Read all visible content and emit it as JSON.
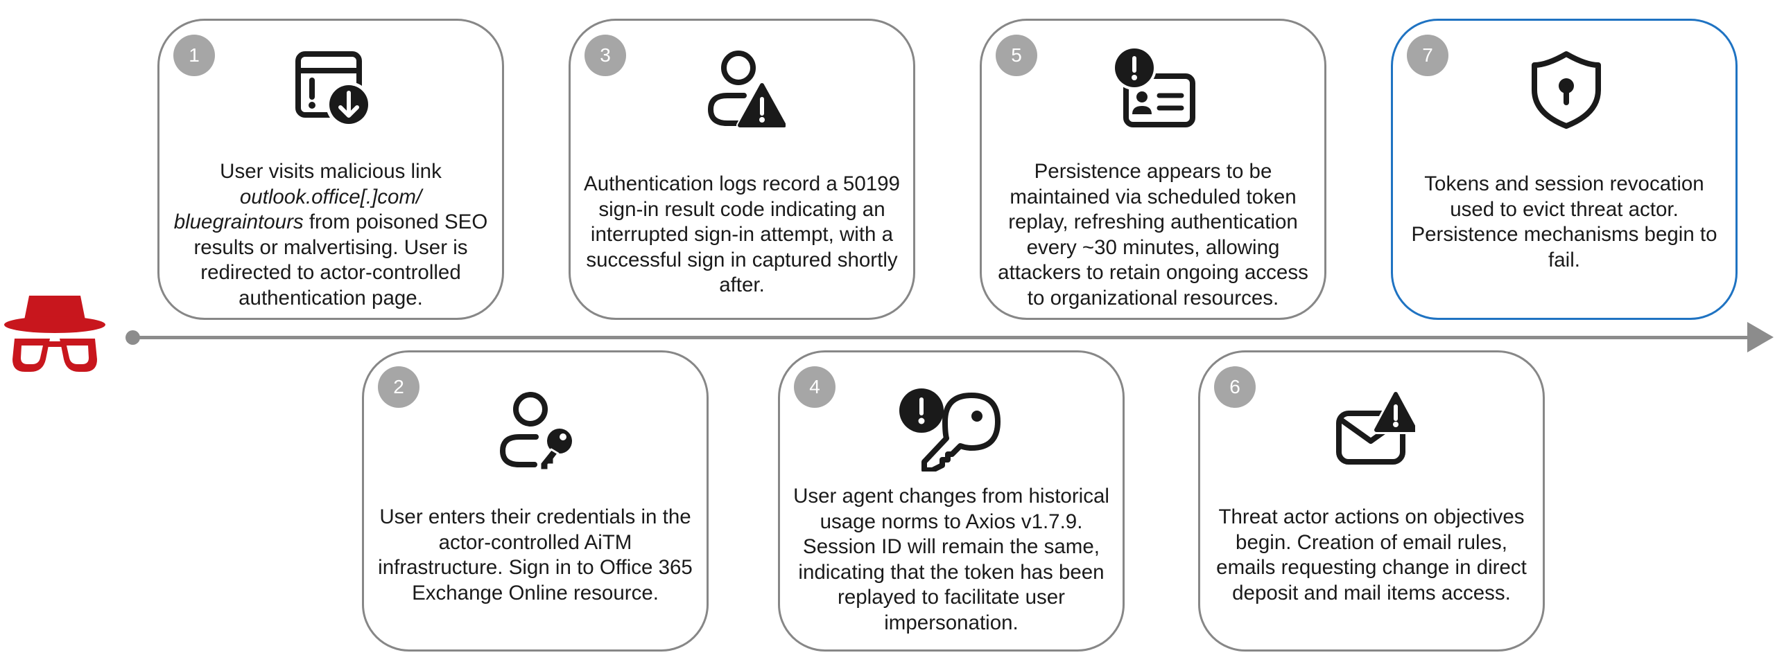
{
  "actor_icon": "threat-actor-hat-glasses-icon",
  "colors": {
    "timeline": "#8c8c8c",
    "actor": "#c8161d",
    "card_border": "#878787",
    "accent_border": "#1f73c2",
    "badge": "#a6a6a6"
  },
  "steps": [
    {
      "number": "1",
      "icon": "browser-download-icon",
      "text_a": "User visits malicious link",
      "link_line1": "outlook.office[.]com/",
      "link_line2": "bluegraintours",
      "text_b": " from poisoned SEO results or malvertising. User is redirected to actor-controlled authentication page."
    },
    {
      "number": "2",
      "icon": "user-key-icon",
      "text": "User enters their credentials in the actor-controlled AiTM infrastructure. Sign in to Office 365 Exchange Online resource."
    },
    {
      "number": "3",
      "icon": "user-warning-icon",
      "text": "Authentication logs record a 50199 sign-in result code indicating an interrupted sign-in attempt, with a successful sign in captured shortly after."
    },
    {
      "number": "4",
      "icon": "key-alert-icon",
      "text": "User agent changes from historical usage norms to Axios v1.7.9. Session ID will remain the same, indicating that the token has been replayed to facilitate user impersonation."
    },
    {
      "number": "5",
      "icon": "id-card-alert-icon",
      "text": "Persistence appears to be maintained via scheduled token replay, refreshing authentication every ~30 minutes, allowing attackers to retain ongoing access to organizational resources."
    },
    {
      "number": "6",
      "icon": "mail-warning-icon",
      "text": "Threat actor actions on objectives begin. Creation of email rules, emails requesting change in direct deposit and mail items access."
    },
    {
      "number": "7",
      "icon": "shield-lock-icon",
      "text": "Tokens and session revocation used to evict threat actor. Persistence mechanisms begin to fail."
    }
  ]
}
